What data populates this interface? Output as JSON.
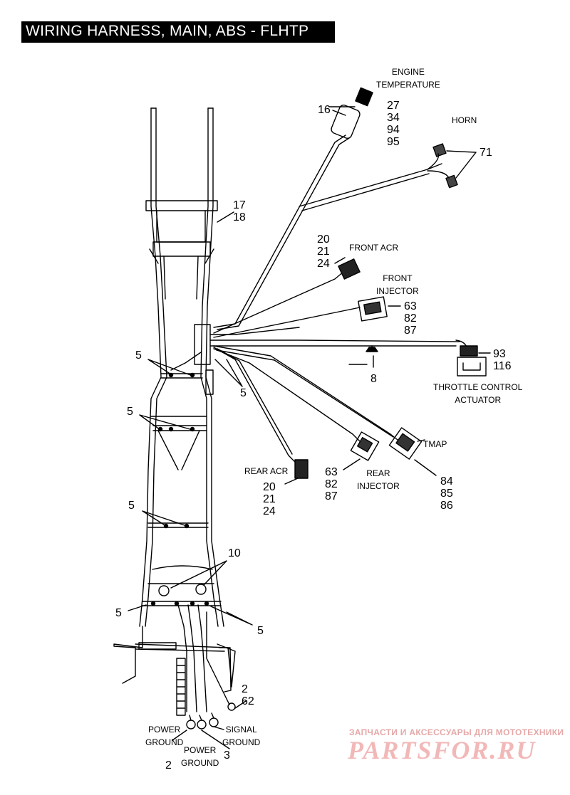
{
  "title": "WIRING HARNESS, MAIN, ABS - FLHTP",
  "labels": {
    "engine_temp_name": [
      "ENGINE",
      "TEMPERATURE"
    ],
    "engine_temp_refs": [
      "27",
      "34",
      "94",
      "95"
    ],
    "ref_16": "16",
    "horn_name": "HORN",
    "horn_ref": "71",
    "frame_refs": [
      "17",
      "18"
    ],
    "front_acr_name": "FRONT ACR",
    "front_acr_refs": [
      "20",
      "21",
      "24"
    ],
    "front_injector_name": [
      "FRONT",
      "INJECTOR"
    ],
    "front_injector_refs": [
      "63",
      "82",
      "87"
    ],
    "throttle_refs": [
      "93",
      "116"
    ],
    "throttle_name": [
      "THROTTLE CONTROL",
      "ACTUATOR"
    ],
    "ref_8": "8",
    "ref_5": "5",
    "tmap_name": "TMAP",
    "tmap_refs": [
      "84",
      "85",
      "86"
    ],
    "rear_acr_name": "REAR ACR",
    "rear_acr_refs": [
      "20",
      "21",
      "24"
    ],
    "rear_injector_name": [
      "REAR",
      "INJECTOR"
    ],
    "rear_injector_refs": [
      "63",
      "82",
      "87"
    ],
    "ref_10": "10",
    "ground_refs": [
      "2",
      "62"
    ],
    "power_ground_left": [
      "POWER",
      "GROUND"
    ],
    "power_ground_mid": [
      "POWER",
      "GROUND"
    ],
    "signal_ground": [
      "SIGNAL",
      "GROUND"
    ],
    "ref_2": "2",
    "ref_3": "3"
  },
  "watermark": {
    "tagline": "ЗАПЧАСТИ И АКСЕССУАРЫ ДЛЯ МОТОТЕХНИКИ",
    "brand": "PARTSFOR.RU",
    "color": "#f2b8b8"
  }
}
